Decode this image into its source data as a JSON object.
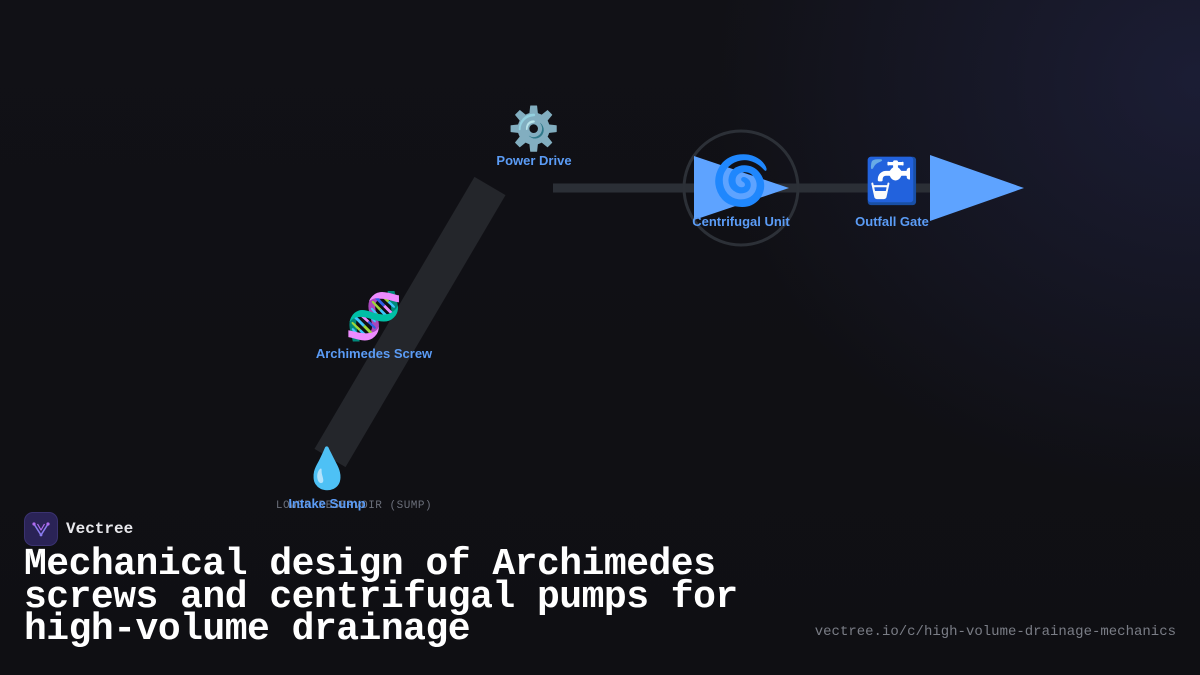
{
  "brand": {
    "name": "Vectree",
    "logo_icon": "vectree-logo-icon",
    "accent": "#2a2356"
  },
  "title": "Mechanical design of Archimedes screws and centrifugal pumps for high-volume drainage",
  "url": "vectree.io/c/high-volume-drainage-mechanics",
  "diagram": {
    "label_color": "#5b9cf6",
    "arrow_color": "#5ea3ff",
    "pipe_color": "#2b2f36",
    "nodes": [
      {
        "id": "power-drive",
        "label": "Power Drive",
        "icon": "⚙️",
        "icon_name": "gear-icon"
      },
      {
        "id": "archimedes-screw",
        "label": "Archimedes Screw",
        "icon": "🧬",
        "icon_name": "dna-helix-icon"
      },
      {
        "id": "intake-sump",
        "label": "Intake Sump",
        "icon": "💧",
        "icon_name": "water-drop-icon"
      },
      {
        "id": "centrifugal-unit",
        "label": "Centrifugal Unit",
        "icon": "🌀",
        "icon_name": "cyclone-icon"
      },
      {
        "id": "outfall-gate",
        "label": "Outfall Gate",
        "icon": "🚰",
        "icon_name": "water-tap-icon"
      }
    ],
    "sump_caption": "LOWER RESERVOIR (SUMP)"
  }
}
